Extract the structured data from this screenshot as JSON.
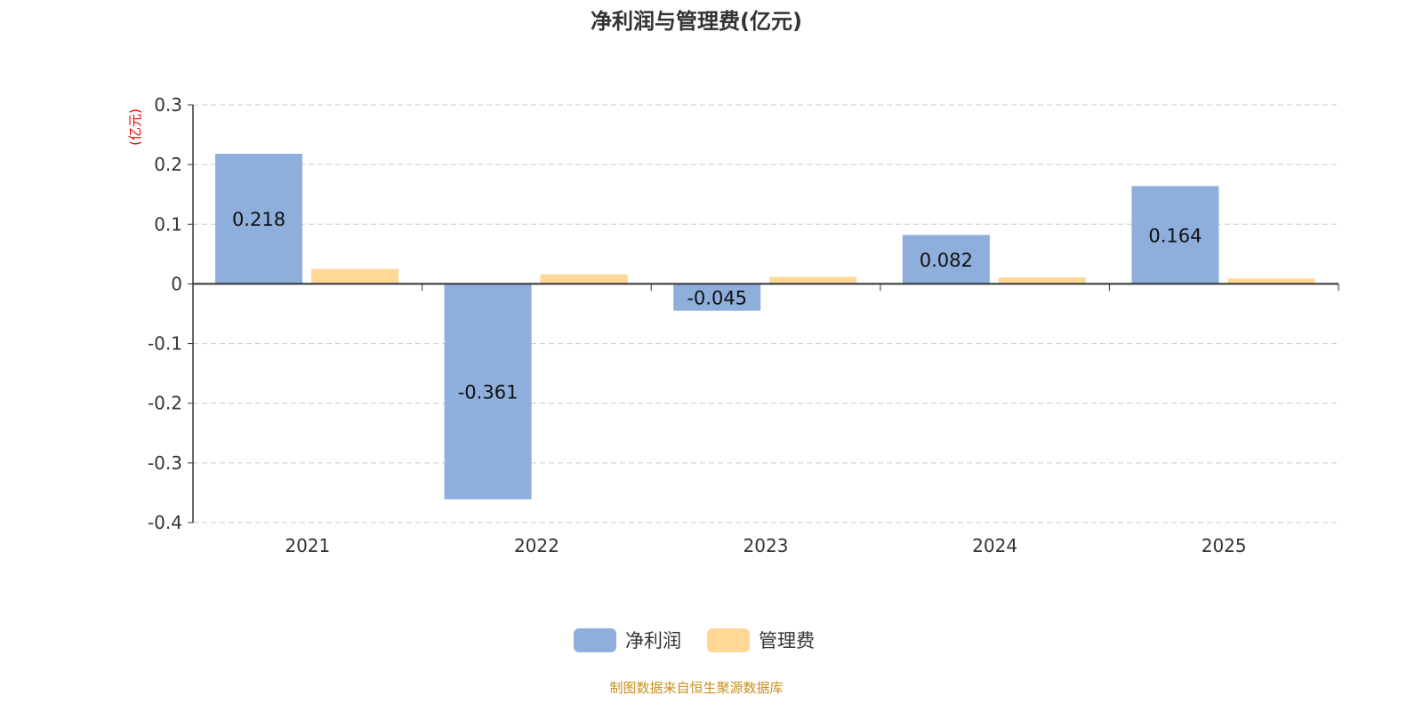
{
  "chart_data": {
    "type": "bar",
    "title": "净利润与管理费(亿元)",
    "ylabel": "(亿元)",
    "xlabel": "",
    "categories": [
      "2021",
      "2022",
      "2023",
      "2024",
      "2025"
    ],
    "series": [
      {
        "name": "净利润",
        "color": "#8eaedb",
        "values": [
          0.218,
          -0.361,
          -0.045,
          0.082,
          0.164
        ],
        "labels": [
          "0.218",
          "-0.361",
          "-0.045",
          "0.082",
          "0.164"
        ]
      },
      {
        "name": "管理费",
        "color": "#ffd898",
        "values": [
          0.025,
          0.016,
          0.012,
          0.011,
          0.009
        ]
      }
    ],
    "ylim": [
      -0.4,
      0.3
    ],
    "yticks": [
      0.3,
      0.2,
      0.1,
      0,
      -0.1,
      -0.2,
      -0.3,
      -0.4
    ],
    "ytick_labels": [
      "0.3",
      "0.2",
      "0.1",
      "0",
      "-0.1",
      "-0.2",
      "-0.3",
      "-0.4"
    ],
    "grid": true,
    "legend_position": "bottom"
  },
  "source": "制图数据来自恒生聚源数据库"
}
